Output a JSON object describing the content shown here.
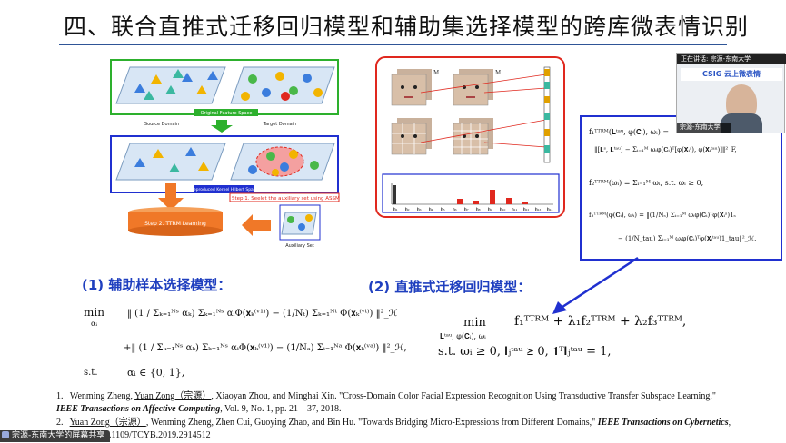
{
  "slide": {
    "title": "四、联合直推式迁移回归模型和辅助集选择模型的跨库微表情识别"
  },
  "diagram": {
    "original_feature_space": "Original Feature Space",
    "source_domain": "Source Domain",
    "target_domain": "Target Domain",
    "rkhs": "Reproduced Kernel Hilbert Space",
    "step1": "Step 1. Seelet the auxiliary set using ASSM",
    "step2": "Step 2. TTRM Learning",
    "auxiliary_set": "Auxiliary Set",
    "face_stack_label": "M",
    "histogram_labels": [
      "𝐡₁",
      "𝐡₂",
      "𝐡₃",
      "𝐡₄",
      "𝐡₅",
      "𝐡₆",
      "𝐡₇",
      "𝐡₈",
      "𝐡₉",
      "𝐡₁₀",
      "𝐡₁₁",
      "𝐡₁₂",
      "𝐡₁₃",
      "𝐡₁₄"
    ]
  },
  "sections": {
    "s1": "(1) 辅助样本选择模型：",
    "s2": "(2) 直推式迁移回归模型："
  },
  "formula_box": {
    "f1_lhs": "f₁ᵀᵀᴿᴹ(𝐋ᵗᵃᵘ, φ(𝐂ᵢ), ωᵢ) =",
    "f1_rhs": "‖[𝐋ˢ, 𝐋ᵗᵃᵘ] − Σᵢ₌₁ᴹ ωᵢφ(𝐂ᵢ)ᵀ[φ(𝐗ᵢˢ), φ(𝐗ᵢᵗᵃᵘ)]‖²_F,",
    "f2": "f₂ᵀᵀᴿᴹ(ωᵢ) = Σᵢ₌₁ᴹ ωᵢ,  s.t. ωᵢ ≥ 0,",
    "f3_lhs": "f₃ᵀᵀᴿᴹ(φ(𝐂ᵢ), ωᵢ) = ‖(1/Nₛ) Σᵢ₌₁ᴹ ωᵢφ(𝐂ᵢ)ᵀφ(𝐗ᵢˢ)1ₛ",
    "f3_rhs": "− (1/N_tau) Σᵢ₌₁ᴹ ωᵢφ(𝐂ᵢ)ᵀφ(𝐗ᵢᵗᵃᵘ)1_tau‖²_ℋ."
  },
  "model1": {
    "min": "min",
    "sub": "αᵢ",
    "line1": "‖ (1 / Σₖ₌₁ᴺˢ αₖ) Σₖ₌₁ᴺˢ αᵢΦ(𝐱ₖ⁽ᵛ¹⁾) − (1/Nₜ) Σₖ₌₁ᴺᵗ Φ(𝐱ₖ⁽ᵛᵗ⁾) ‖²_ℋ",
    "line2": "+‖ (1 / Σₖ₌₁ᴺˢ αₖ) Σₖ₌₁ᴺˢ αᵢΦ(𝐱ₖ⁽ᵛ¹⁾) − (1/Nₐ) Σᵢ₌₁ᴺᵃ Φ(𝐱ₖ⁽ᵛᵃ⁾) ‖²_ℋ,",
    "st": "s.t.",
    "cons": "αᵢ ∈ {0, 1},"
  },
  "model2": {
    "min": "min",
    "sub": "𝐋ᵗᵃᵘ, φ(𝐂ᵢ), ωᵢ",
    "obj": "f₁ᵀᵀᴿᴹ + λ₁f₂ᵀᵀᴿᴹ + λ₂f₃ᵀᵀᴿᴹ,",
    "cons": "s.t. ωᵢ ≥ 0,  𝐥ⱼᵗᵃᵘ ⪰ 0,  𝟏ᵀ𝐥ⱼᵗᵃᵘ = 1,"
  },
  "references": [
    {
      "num": "1.",
      "pre": "Wenming Zheng, ",
      "author_u": "Yuan Zong（宗源）",
      "mid": ", Xiaoyan Zhou, and Minghai Xin. \"Cross-Domain Color Facial Expression Recognition Using Transductive Transfer Subspace Learning,\" ",
      "journal": "IEEE Transactions on Affective Computing",
      "post": ", Vol. 9, No. 1, pp. 21 – 37, 2018."
    },
    {
      "num": "2.",
      "pre": "",
      "author_u": "Yuan Zong（宗源）",
      "mid": ", Wenming Zheng, Zhen Cui, Guoying Zhao, and Bin Hu. \"Towards Bridging Micro-Expressions from Different Domains,\" ",
      "journal": "IEEE Transactions on Cybernetics",
      "post": ", 2019. DOI: 10.1109/TCYB.2019.2914512"
    }
  ],
  "screen_share": {
    "label": "宗源-东南大学的屏幕共享"
  },
  "video": {
    "speaking": "正在讲话: 宗源-东南大学",
    "banner": "CSIG 云上微表情",
    "name": "宗源-东南大学"
  },
  "colors": {
    "accent_blue": "#2030d0",
    "diagram_red": "#e0281e",
    "section_blue": "#1f3fbf",
    "arrow_orange": "#f07828",
    "green_frame": "#2db02d"
  }
}
